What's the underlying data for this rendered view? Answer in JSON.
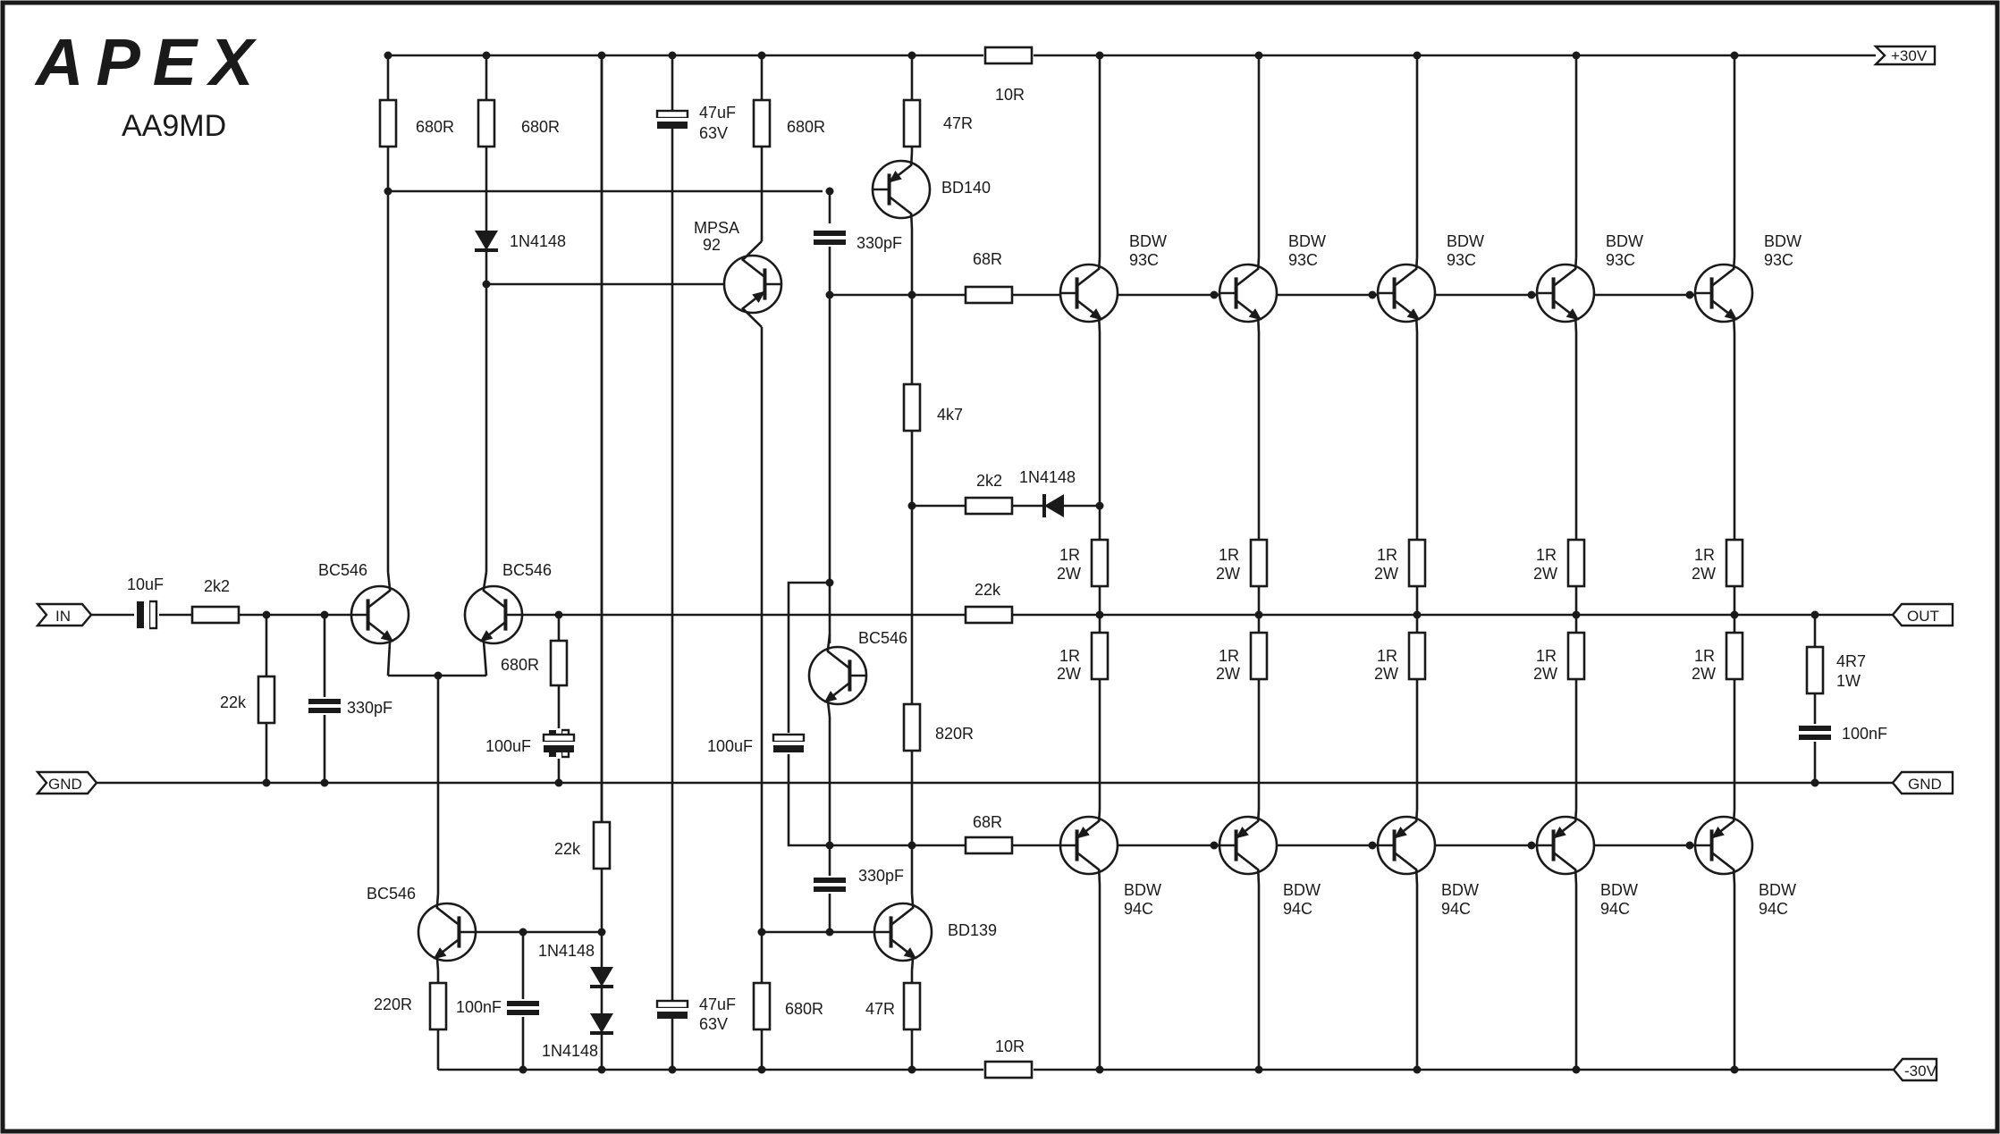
{
  "brand": "APEX",
  "model": "AA9MD",
  "ports": {
    "in": "IN",
    "gnd_left": "GND",
    "gnd_right": "GND",
    "out": "OUT",
    "vpos": "+30V",
    "vneg": "-30V"
  },
  "components": {
    "c_in": "10uF",
    "r_in": "2k2",
    "r_in_gnd": "22k",
    "c_in_gnd": "330pF",
    "q1": "BC546",
    "q2": "BC546",
    "q3": "BC546",
    "q4": "BC546",
    "r_top1": "680R",
    "r_top2": "680R",
    "d_top": "1N4148",
    "c_rail_top_value": "47uF",
    "c_rail_top_voltage": "63V",
    "r_top3": "680R",
    "q_vas_l1": "MPSA",
    "q_vas_l2": "92",
    "r_47_top": "47R",
    "q_bd140": "BD140",
    "r_10_top": "10R",
    "c_330_top": "330pF",
    "r_68_top": "68R",
    "r_4k7": "4k7",
    "r_2k2_mid": "2k2",
    "d_mid": "1N4148",
    "r_fb": "22k",
    "r_680_fb": "680R",
    "c_fb": "100uF",
    "c_100uf_mid": "100uF",
    "r_820": "820R",
    "r_68_bot": "68R",
    "c_330_bot": "330pF",
    "q_bd139": "BD139",
    "r_22k_bot": "22k",
    "d_bot1": "1N4148",
    "d_bot2": "1N4148",
    "r_220": "220R",
    "c_100nf_bot": "100nF",
    "c_rail_bot_value": "47uF",
    "c_rail_bot_voltage": "63V",
    "r_680_bot": "680R",
    "r_47_bot": "47R",
    "r_10_bot": "10R",
    "zobel_r1": "4R7",
    "zobel_r2": "1W",
    "zobel_c": "100nF",
    "emitter_r1": "1R",
    "emitter_r2": "2W",
    "out_npn1": "BDW",
    "out_npn2": "93C",
    "out_pnp1": "BDW",
    "out_pnp2": "94C"
  }
}
